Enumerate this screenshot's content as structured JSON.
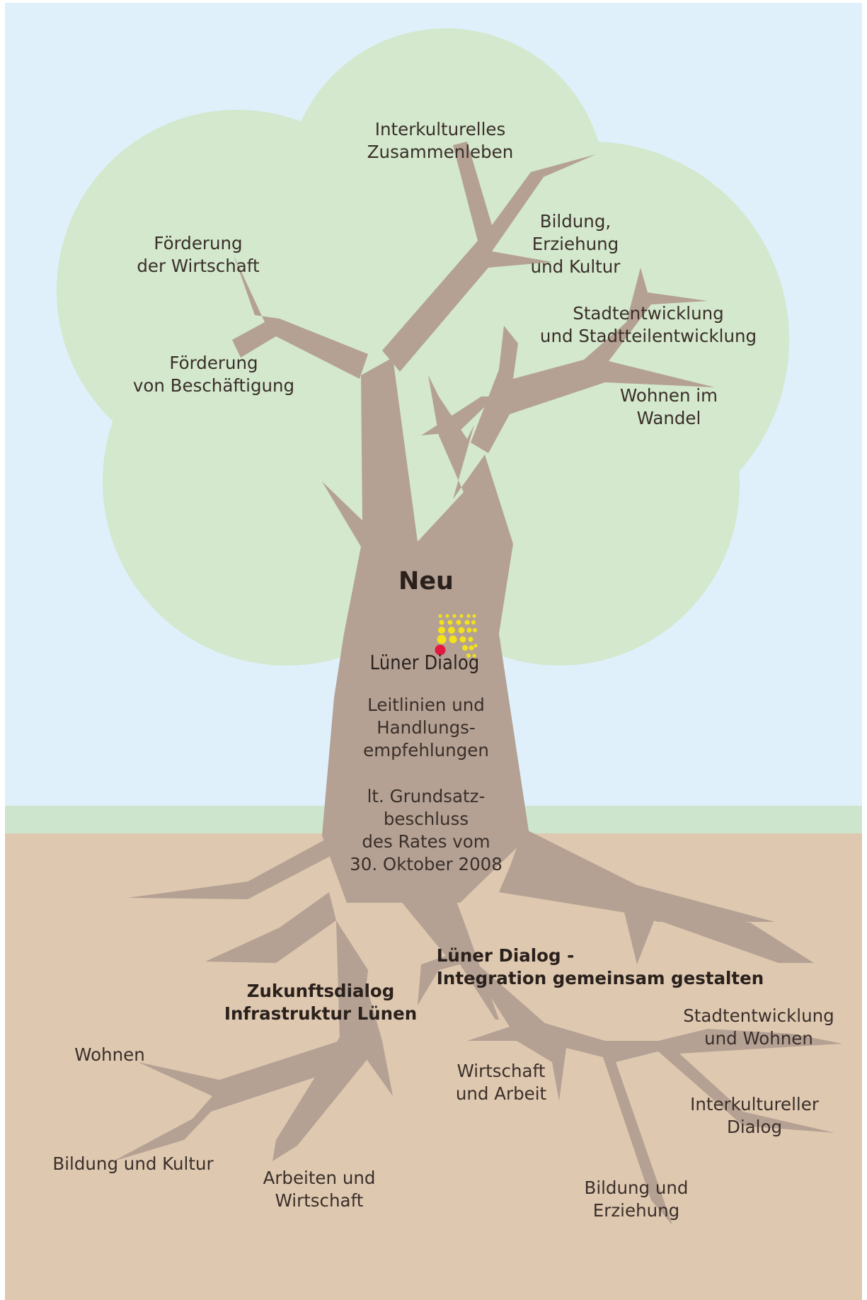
{
  "colors": {
    "sky": "#dff0fb",
    "crown": "#d3e8cc",
    "grass_strip": "#cde5cc",
    "soil": "#dfc8b0",
    "trunk": "#b4a193",
    "text": "#3a2f2a",
    "logo_yellow": "#f3e21a",
    "logo_red": "#e3173f"
  },
  "center": {
    "heading": "Neu",
    "brand": "Lüner Dialog",
    "guidelines": [
      "Leitlinien und",
      "Handlungs-",
      "empfehlungen"
    ],
    "resolution": [
      "lt. Grundsatz-",
      "beschluss",
      "des Rates vom",
      "30. Oktober 2008"
    ]
  },
  "crown_topics": {
    "intercultural_living": [
      "Interkulturelles",
      "Zusammenleben"
    ],
    "education_culture": [
      "Bildung,",
      "Erziehung",
      "und Kultur"
    ],
    "economy": [
      "Förderung",
      "der Wirtschaft"
    ],
    "employment": [
      "Förderung",
      "von Beschäftigung"
    ],
    "urban_development": [
      "Stadtentwicklung",
      "und Stadtteilentwicklung"
    ],
    "housing_change": [
      "Wohnen im",
      "Wandel"
    ]
  },
  "roots_left": {
    "title": [
      "Zukunftsdialog",
      "Infrastruktur Lünen"
    ],
    "housing": [
      "Wohnen"
    ],
    "education_culture": [
      "Bildung und Kultur"
    ],
    "work_economy": [
      "Arbeiten und",
      "Wirtschaft"
    ]
  },
  "roots_right": {
    "title": [
      "Lüner Dialog -",
      "Integration gemeinsam gestalten"
    ],
    "urban_housing": [
      "Stadtentwicklung",
      "und Wohnen"
    ],
    "economy_work": [
      "Wirtschaft",
      "und Arbeit"
    ],
    "intercultural_dialog": [
      "Interkultureller",
      "Dialog"
    ],
    "education": [
      "Bildung und",
      "Erziehung"
    ]
  }
}
